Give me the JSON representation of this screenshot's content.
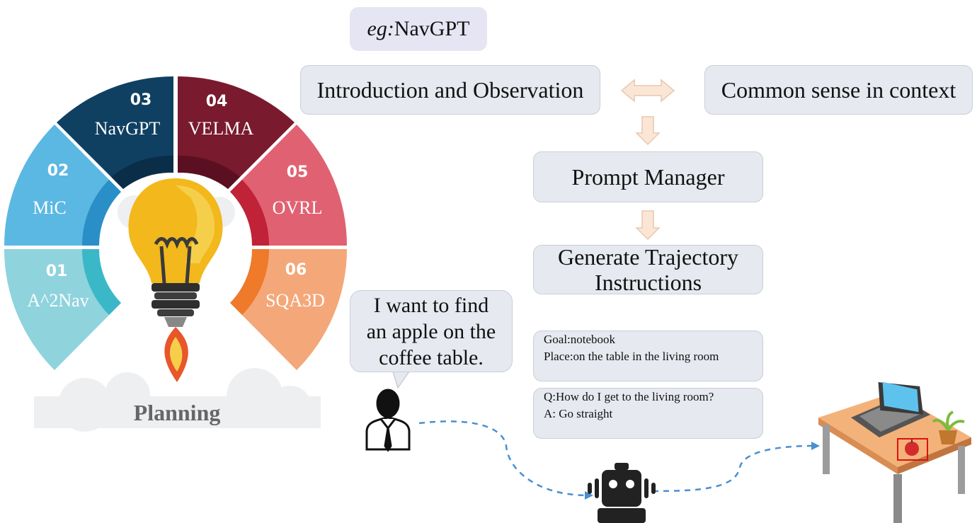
{
  "example": {
    "prefix": "eg:",
    "name": "NavGPT"
  },
  "planning": {
    "title": "Planning",
    "segments": [
      {
        "num": "01",
        "name": "A^2Nav",
        "color": "#8fd3dd"
      },
      {
        "num": "02",
        "name": "MiC",
        "color": "#5bb8e3"
      },
      {
        "num": "03",
        "name": "NavGPT",
        "color": "#0f4062"
      },
      {
        "num": "04",
        "name": "VELMA",
        "color": "#7a1a2e"
      },
      {
        "num": "05",
        "name": "OVRL",
        "color": "#e06272"
      },
      {
        "num": "06",
        "name": "SQA3D",
        "color": "#f4a779"
      }
    ]
  },
  "flow": {
    "intro": "Introduction and Observation",
    "common": "Common sense in context",
    "prompt": "Prompt Manager",
    "generate_line1": "Generate Trajectory",
    "generate_line2": "Instructions"
  },
  "speech": {
    "line1": "I want to find",
    "line2": "an apple on the",
    "line3": "coffee table."
  },
  "info1": {
    "goal": "Goal:notebook",
    "place": "Place:on the table in the living room"
  },
  "info2": {
    "question": "Q:How do I get to the living room?",
    "answer": "A: Go straight"
  }
}
